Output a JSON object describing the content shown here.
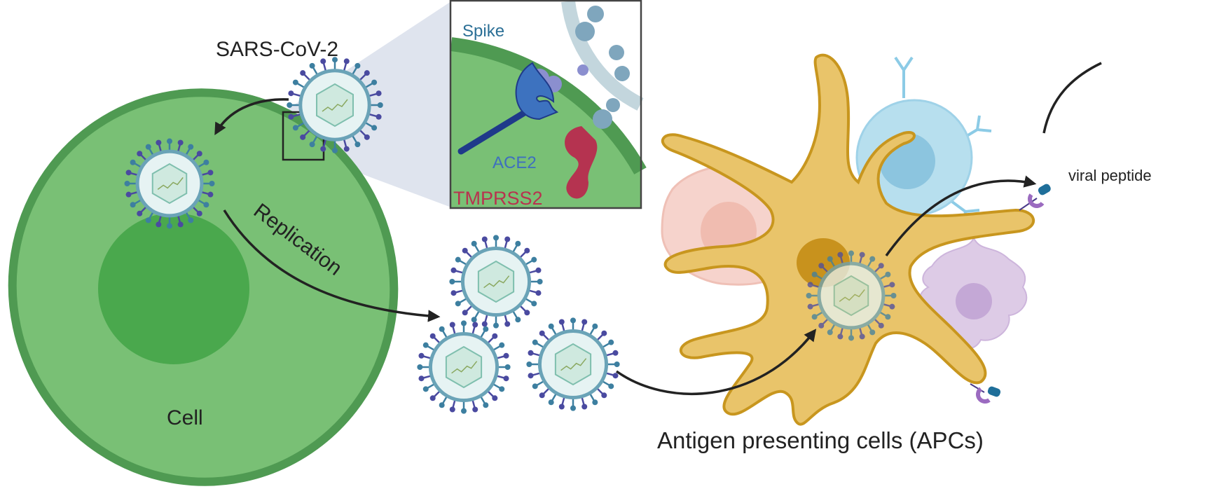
{
  "labels": {
    "virus": "SARS-CoV-2",
    "cell": "Cell",
    "replication": "Replication",
    "apcs": "Antigen presenting cells (APCs)",
    "viral_peptide": "viral peptide"
  },
  "inset": {
    "spike": "Spike",
    "ace2": "ACE2",
    "tmprss2": "TMPRSS2"
  },
  "colors": {
    "cell_fill": "#79c075",
    "cell_rim": "#4f9a52",
    "nucleus": "#4aa84d",
    "apc_fill": "#e9c46a",
    "apc_stroke": "#c8961e",
    "b_cell": "#b7dfee",
    "macrophage": "#f6d3cc",
    "purple_cell": "#d9c5e3",
    "spike_label": "#2b6f96",
    "ace2_label": "#3e6fbf",
    "tmprss2_label": "#b8324f",
    "zoom_wedge": "#dfe4ee"
  }
}
